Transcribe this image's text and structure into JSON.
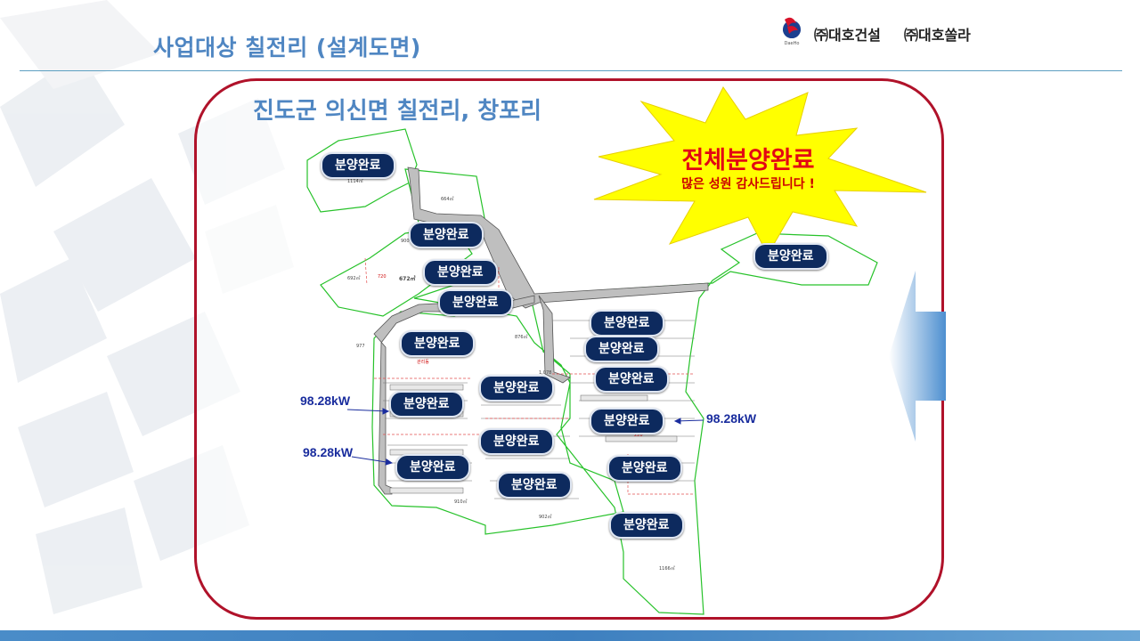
{
  "header": {
    "title": "사업대상 칠전리 (설계도면)",
    "companies": [
      "㈜대호건설",
      "㈜대호쏠라"
    ]
  },
  "location_title": "진도군 의신면 칠전리, 창포리",
  "announcement": {
    "main": "전체분양완료",
    "sub": "많은 성원 감사드립니다 !"
  },
  "badge_label": "분양완료",
  "badges": [
    "분양완료",
    "분양완료",
    "분양완료",
    "분양완료",
    "분양완료",
    "분양완료",
    "분양완료",
    "분양완료",
    "분양완료",
    "분양완료",
    "분양완료",
    "분양완료",
    "분양완료",
    "분양완료",
    "분양완료",
    "분양완료",
    "분양완료"
  ],
  "capacity_labels": [
    "98.28kW",
    "98.28kW",
    "98.28kW"
  ],
  "colors": {
    "title_blue": "#4f86c2",
    "frame_red": "#b0122a",
    "badge_navy": "#0d2a5e",
    "burst_yellow": "#ffff00",
    "announce_red": "#e30613"
  },
  "icons": [
    "company-logo-icon",
    "starburst-icon",
    "left-arrow-icon"
  ]
}
